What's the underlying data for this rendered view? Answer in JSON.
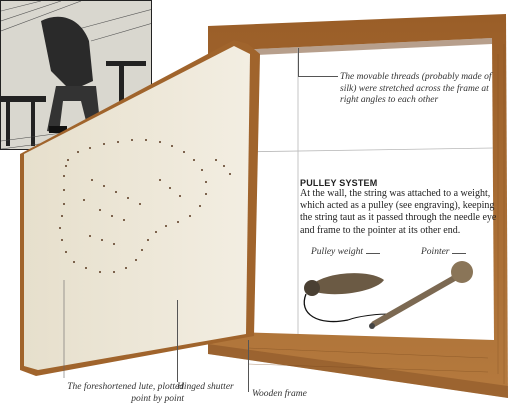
{
  "annotations": {
    "threads": "The movable threads (probably made of silk) were stretched across the frame at right angles to each other",
    "lute": "The foreshortened lute, plotted point by point",
    "shutter": "Hinged shutter",
    "frame": "Wooden  frame",
    "pulley_weight": "Pulley weight",
    "pointer": "Pointer"
  },
  "pulley_system": {
    "heading": "PULLEY SYSTEM",
    "body": "At the wall, the string was attached to a weight, which acted as a pulley (see engraving), keeping the string taut as it passed through the needle eye and frame to the pointer at its other end."
  },
  "colors": {
    "wood": "#a0642c",
    "wood_dark": "#7a4a1e",
    "canvas": "#ece6d6",
    "dots": "#5a3a22"
  }
}
